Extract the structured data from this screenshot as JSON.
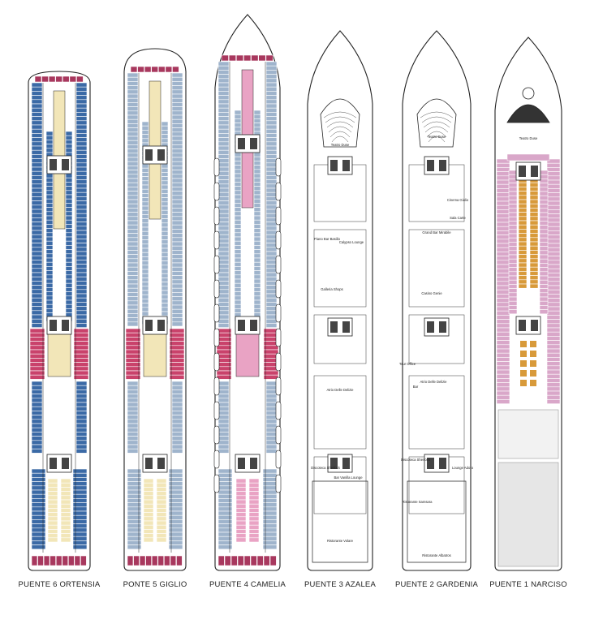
{
  "decks": [
    {
      "id": "p6",
      "label": "PUENTE 6 ORTENSIA",
      "colors": {
        "side": "#3b6aa6",
        "center": "#f2e6b8",
        "mid": "#c9426b",
        "end": "#a8385e"
      },
      "place_labels": []
    },
    {
      "id": "p5",
      "label": "PONTE 5 GIGLIO",
      "colors": {
        "side": "#9fb4cc",
        "center": "#f2e6b8",
        "mid": "#c9426b",
        "end": "#a8385e"
      },
      "place_labels": []
    },
    {
      "id": "p4",
      "label": "PUENTE 4 CAMELIA",
      "colors": {
        "side": "#9fb4cc",
        "center": "#e9a3c4",
        "mid": "#c9426b",
        "end": "#a8385e"
      },
      "place_labels": []
    },
    {
      "id": "p3",
      "label": "PUENTE 3 AZALEA",
      "colors": {
        "side": "#ffffff",
        "center": "#ffffff",
        "mid": "#ffffff",
        "end": "#ffffff"
      },
      "place_labels": [
        {
          "text": "Teatro Duse"
        },
        {
          "text": "Piano Bar Basilio"
        },
        {
          "text": "Calypso Lounge"
        },
        {
          "text": "Galleria Shops"
        },
        {
          "text": "Atrio Delle Delizie"
        },
        {
          "text": "Discoteca Sherlock"
        },
        {
          "text": "Bar Vanilla Lounge"
        },
        {
          "text": "Ristorante Volare"
        }
      ]
    },
    {
      "id": "p2",
      "label": "PUENTE 2 GARDENIA",
      "colors": {
        "side": "#ffffff",
        "center": "#ffffff",
        "mid": "#ffffff",
        "end": "#ffffff"
      },
      "place_labels": [
        {
          "text": "Teatro Duse"
        },
        {
          "text": "Cinema Giulio"
        },
        {
          "text": "Sala Carte"
        },
        {
          "text": "Grand Bar Mirabile"
        },
        {
          "text": "Casino Genie"
        },
        {
          "text": "Tour Office"
        },
        {
          "text": "Atrio Delle Delizie"
        },
        {
          "text": "Bar"
        },
        {
          "text": "Discoteca Sherlock"
        },
        {
          "text": "Lounge Adoro"
        },
        {
          "text": "Ristorante Samsara"
        },
        {
          "text": "Ristorante Albatros"
        }
      ]
    },
    {
      "id": "p1",
      "label": "PUENTE 1 NARCISO",
      "colors": {
        "side": "#d9a7c9",
        "center": "#d89a3a",
        "mid": "#d9a7c9",
        "end": "#e8e8e8"
      },
      "place_labels": [
        {
          "text": "Teatro Duse"
        }
      ]
    }
  ]
}
